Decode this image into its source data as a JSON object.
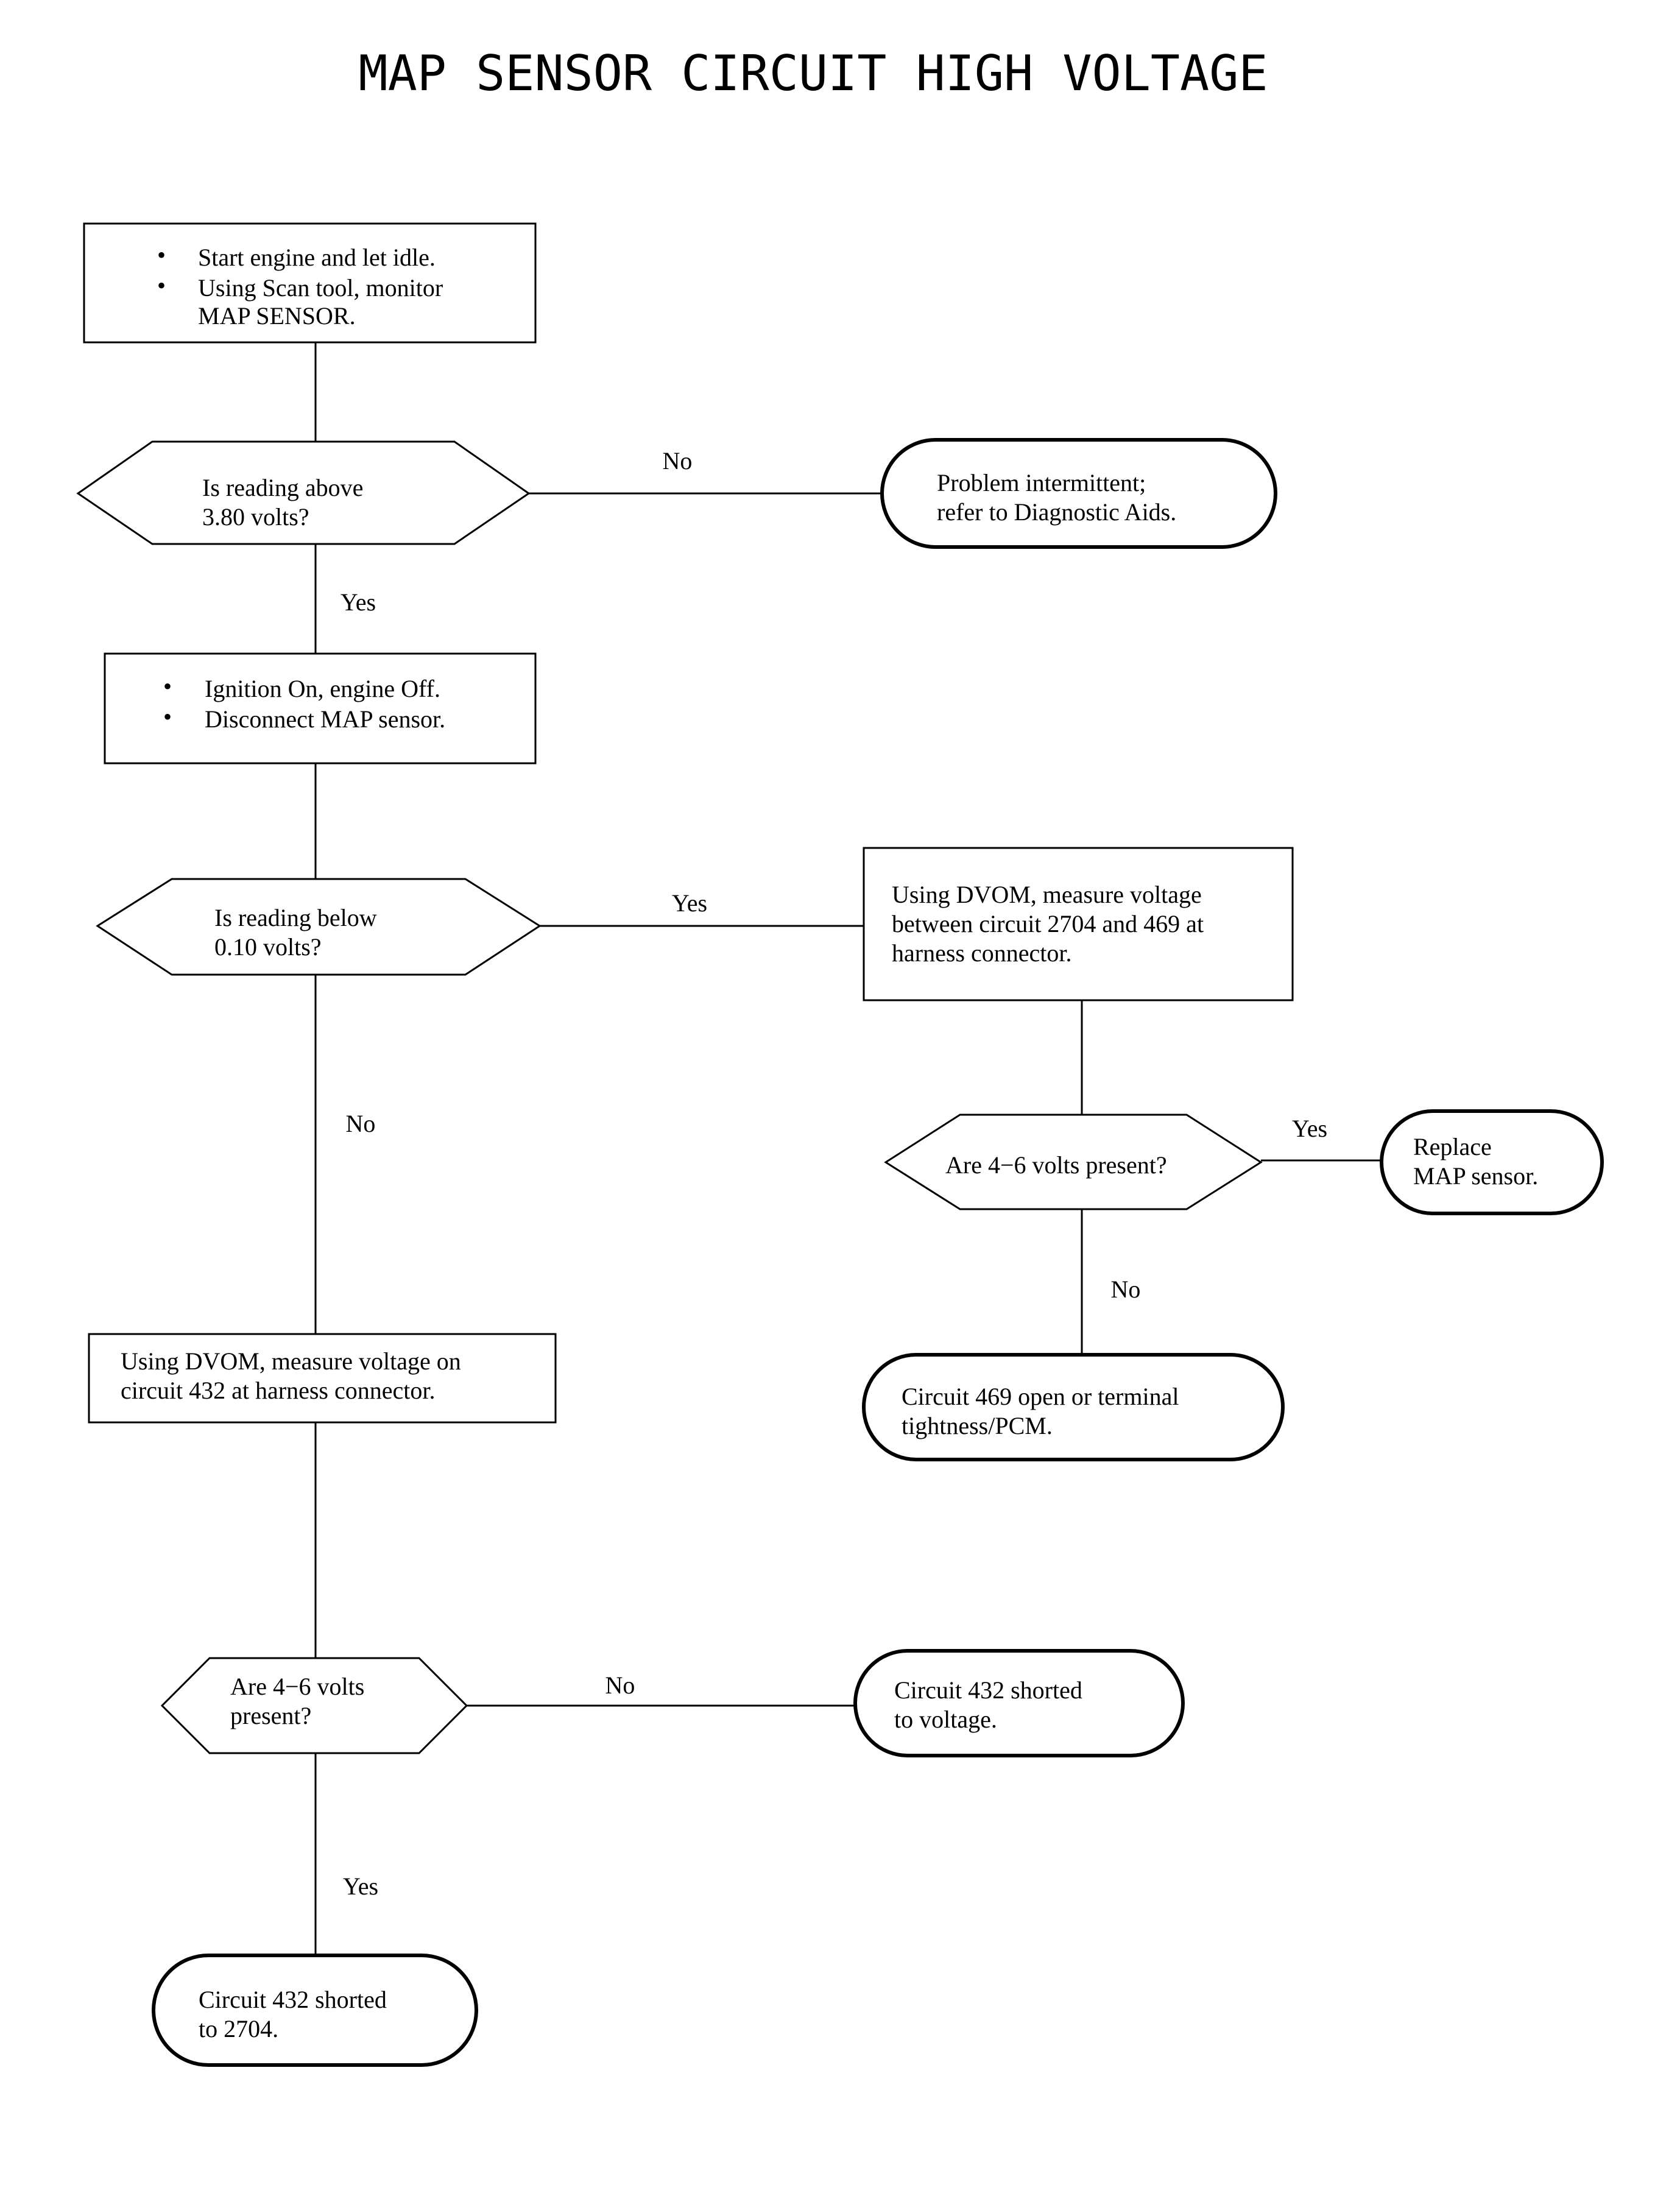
{
  "title": "MAP SENSOR CIRCUIT HIGH VOLTAGE",
  "nodes": {
    "step1": {
      "bullets": [
        "Start engine and let idle.",
        "Using Scan tool, monitor"
      ],
      "continuation": "MAP SENSOR."
    },
    "decision1": {
      "lines": [
        "Is reading above",
        "3.80 volts?"
      ]
    },
    "result_intermittent": {
      "lines": [
        "Problem intermittent;",
        "refer to Diagnostic Aids."
      ]
    },
    "step2": {
      "bullets": [
        "Ignition On, engine Off.",
        "Disconnect MAP sensor."
      ]
    },
    "decision2": {
      "lines": [
        "Is reading below",
        "0.10 volts?"
      ]
    },
    "step3": {
      "lines": [
        "Using DVOM, measure voltage",
        "between circuit 2704 and 469 at",
        "harness connector."
      ]
    },
    "decision3": {
      "lines": [
        "Are 4−6 volts present?"
      ]
    },
    "result_replace": {
      "lines": [
        "Replace",
        "MAP sensor."
      ]
    },
    "result_469": {
      "lines": [
        "Circuit 469 open or terminal",
        "tightness/PCM."
      ]
    },
    "step4": {
      "lines": [
        "Using DVOM, measure voltage on",
        "circuit 432 at harness connector."
      ]
    },
    "decision4": {
      "lines": [
        "Are 4−6 volts",
        "present?"
      ]
    },
    "result_432_voltage": {
      "lines": [
        "Circuit 432 shorted",
        "to voltage."
      ]
    },
    "result_432_2704": {
      "lines": [
        "Circuit 432 shorted",
        "to 2704."
      ]
    }
  },
  "edges": {
    "d1_no": "No",
    "d1_yes": "Yes",
    "d2_yes": "Yes",
    "d2_no": "No",
    "d3_yes": "Yes",
    "d3_no": "No",
    "d4_no": "No",
    "d4_yes": "Yes"
  }
}
